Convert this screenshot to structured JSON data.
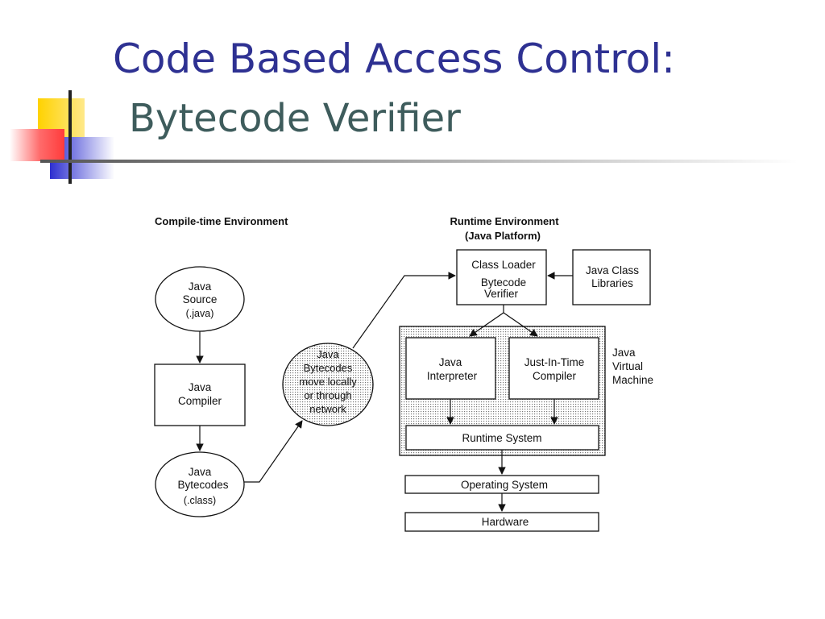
{
  "slide": {
    "title": "Code Based Access Control:",
    "subtitle": "Bytecode Verifier"
  },
  "diagram": {
    "compile_header": "Compile-time  Environment",
    "runtime_header": [
      "Runtime  Environment",
      "(Java Platform)"
    ],
    "java_source": [
      "Java",
      "Source",
      "(.java)"
    ],
    "java_compiler": [
      "Java",
      "Compiler"
    ],
    "java_bytecodes": [
      "Java",
      "Bytecodes",
      "(.class)"
    ],
    "network_bubble": [
      "Java",
      "Bytecodes",
      "move locally",
      "or through",
      "network"
    ],
    "class_loader": [
      "Class Loader",
      "Bytecode",
      "Verifier"
    ],
    "class_libraries": [
      "Java Class",
      "Libraries"
    ],
    "interpreter": [
      "Java",
      "Interpreter"
    ],
    "jit_compiler": [
      "Just-In-Time",
      "Compiler"
    ],
    "jvm_label": [
      "Java",
      "Virtual",
      "Machine"
    ],
    "runtime_system": "Runtime  System",
    "operating_system": "Operating  System",
    "hardware": "Hardware"
  },
  "colors": {
    "title": "#2e3192",
    "subtitle": "#3e5c5c",
    "deco_yellow": "#ffd200",
    "deco_red": "#ff3b3b",
    "deco_blue": "#2d2fd0"
  }
}
